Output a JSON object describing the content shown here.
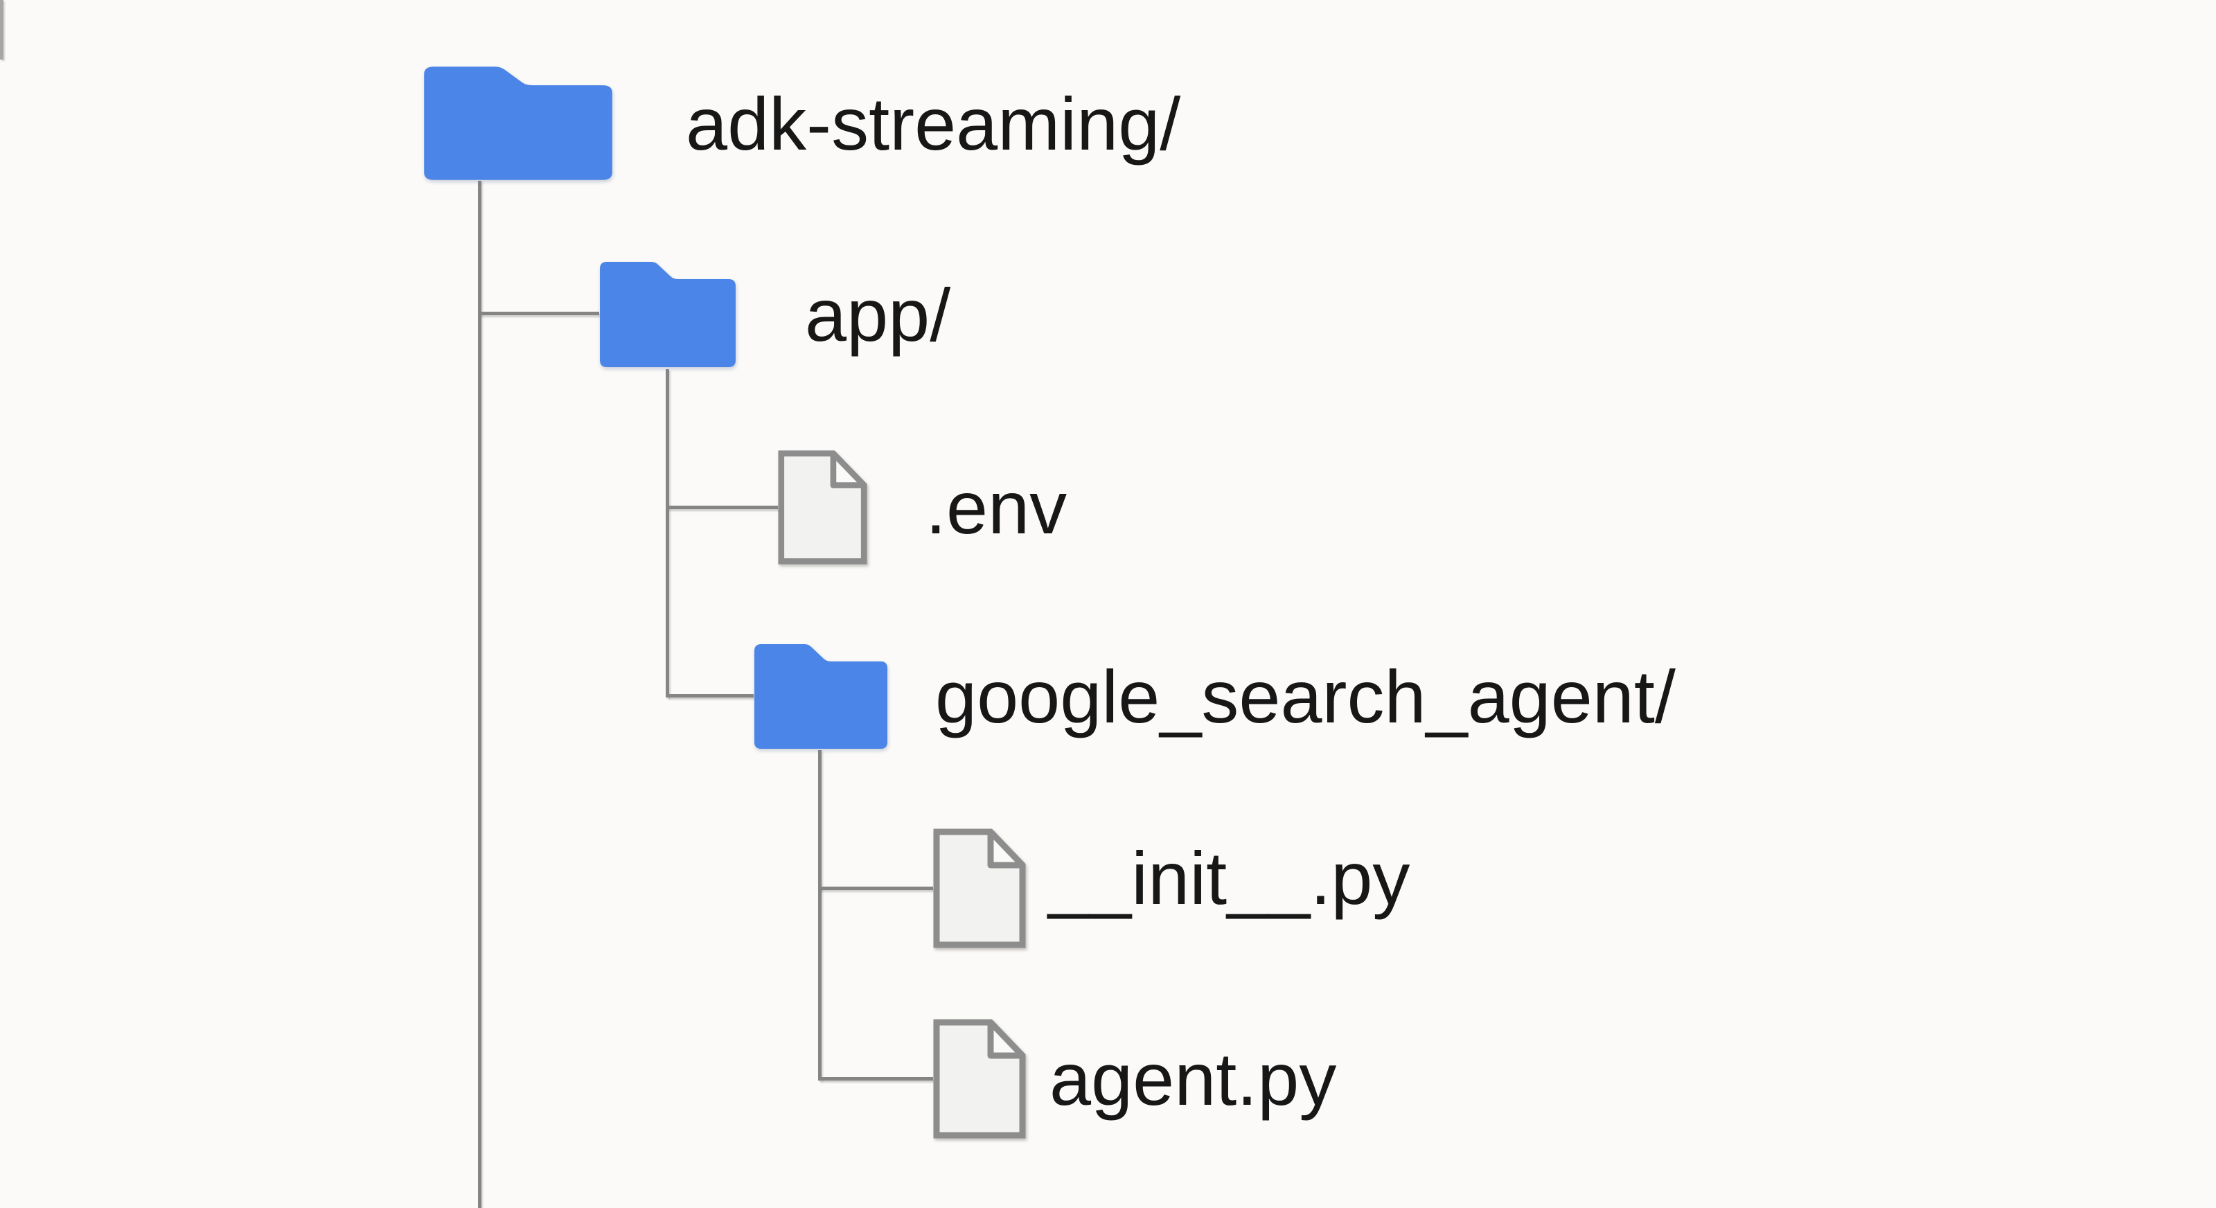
{
  "diagram": {
    "type": "file-tree",
    "nodes": [
      {
        "label": "adk-streaming/",
        "type": "folder",
        "depth": 0,
        "parent": null
      },
      {
        "label": "app/",
        "type": "folder",
        "depth": 1,
        "parent": "adk-streaming/"
      },
      {
        "label": ".env",
        "type": "file",
        "depth": 2,
        "parent": "app/"
      },
      {
        "label": "google_search_agent/",
        "type": "folder",
        "depth": 2,
        "parent": "app/"
      },
      {
        "label": "__init__.py",
        "type": "file",
        "depth": 3,
        "parent": "google_search_agent/"
      },
      {
        "label": "agent.py",
        "type": "file",
        "depth": 3,
        "parent": "google_search_agent/"
      }
    ],
    "icons": {
      "folder": "folder-icon",
      "file": "file-icon"
    },
    "colors": {
      "background": "#fbfaf8",
      "folder_fill": "#4b85e7",
      "file_fill": "#f2f2f0",
      "file_fold_fill": "#fafaf8",
      "icon_border": "#8d8d8d",
      "connector": "#858585",
      "text": "#171717"
    }
  }
}
